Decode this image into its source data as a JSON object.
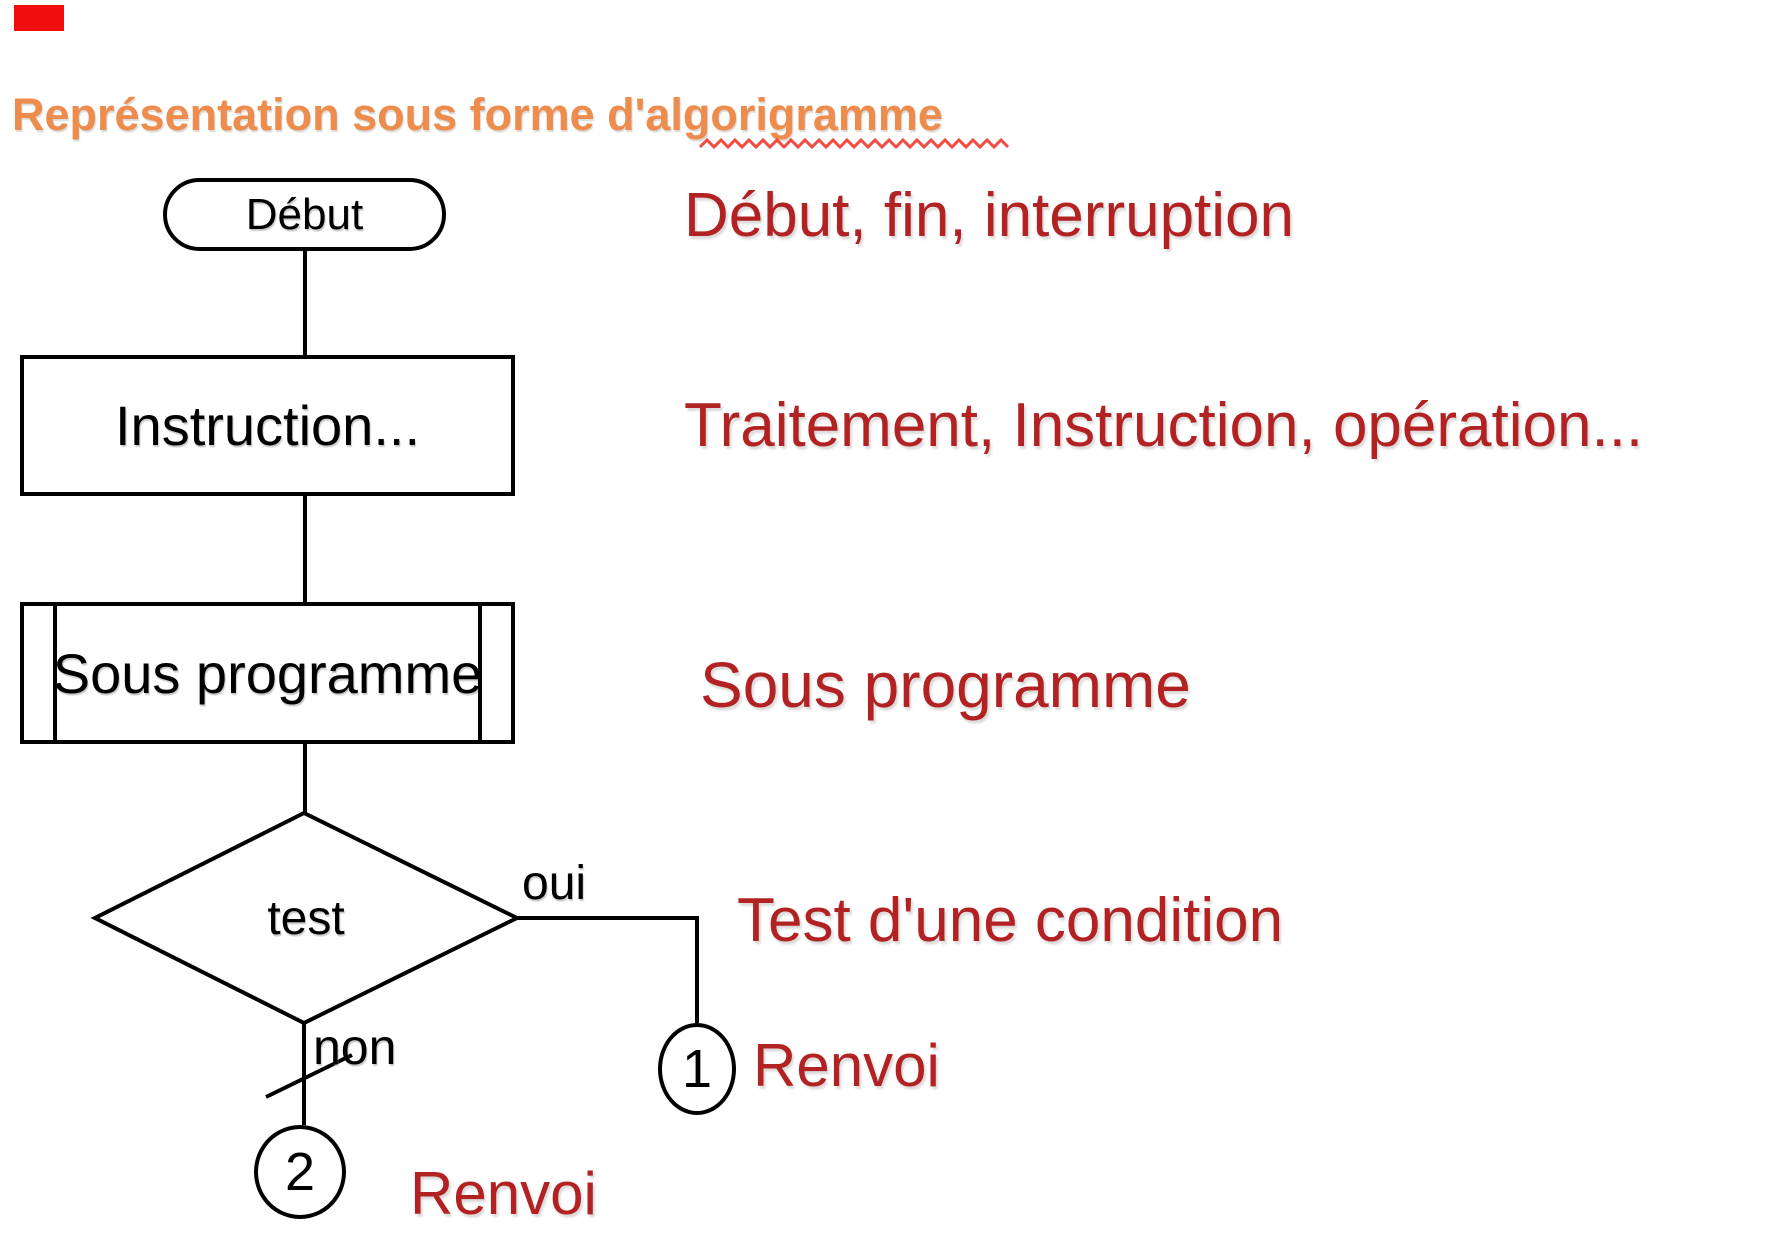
{
  "heading": {
    "text": "Représentation sous forme d'algorigramme",
    "color": "#ED8C4C",
    "misspelled_word": "algorigramme",
    "squiggle_color": "#F04A41"
  },
  "decoration": {
    "corner_bar_color": "#F20D0D"
  },
  "flowchart": {
    "stroke_color": "#000000",
    "fill_color": "#FFFFFF",
    "nodes": [
      {
        "id": "start",
        "shape": "stadium",
        "label": "Début"
      },
      {
        "id": "process",
        "shape": "rectangle",
        "label": "Instruction..."
      },
      {
        "id": "subroutine",
        "shape": "subroutine",
        "label": "Sous programme"
      },
      {
        "id": "decision",
        "shape": "diamond",
        "label": "test"
      },
      {
        "id": "connector-1",
        "shape": "circle",
        "label": "1"
      },
      {
        "id": "connector-2",
        "shape": "circle",
        "label": "2"
      }
    ],
    "edge_labels": {
      "yes": "oui",
      "no": "non"
    }
  },
  "annotations": {
    "color": "#B22222",
    "items": [
      {
        "for": "start",
        "text": "Début, fin, interruption"
      },
      {
        "for": "process",
        "text": "Traitement, Instruction, opération..."
      },
      {
        "for": "subroutine",
        "text": "Sous programme"
      },
      {
        "for": "decision",
        "text": "Test d'une condition"
      },
      {
        "for": "connector-1",
        "text": "Renvoi"
      },
      {
        "for": "connector-2",
        "text": "Renvoi"
      }
    ]
  }
}
